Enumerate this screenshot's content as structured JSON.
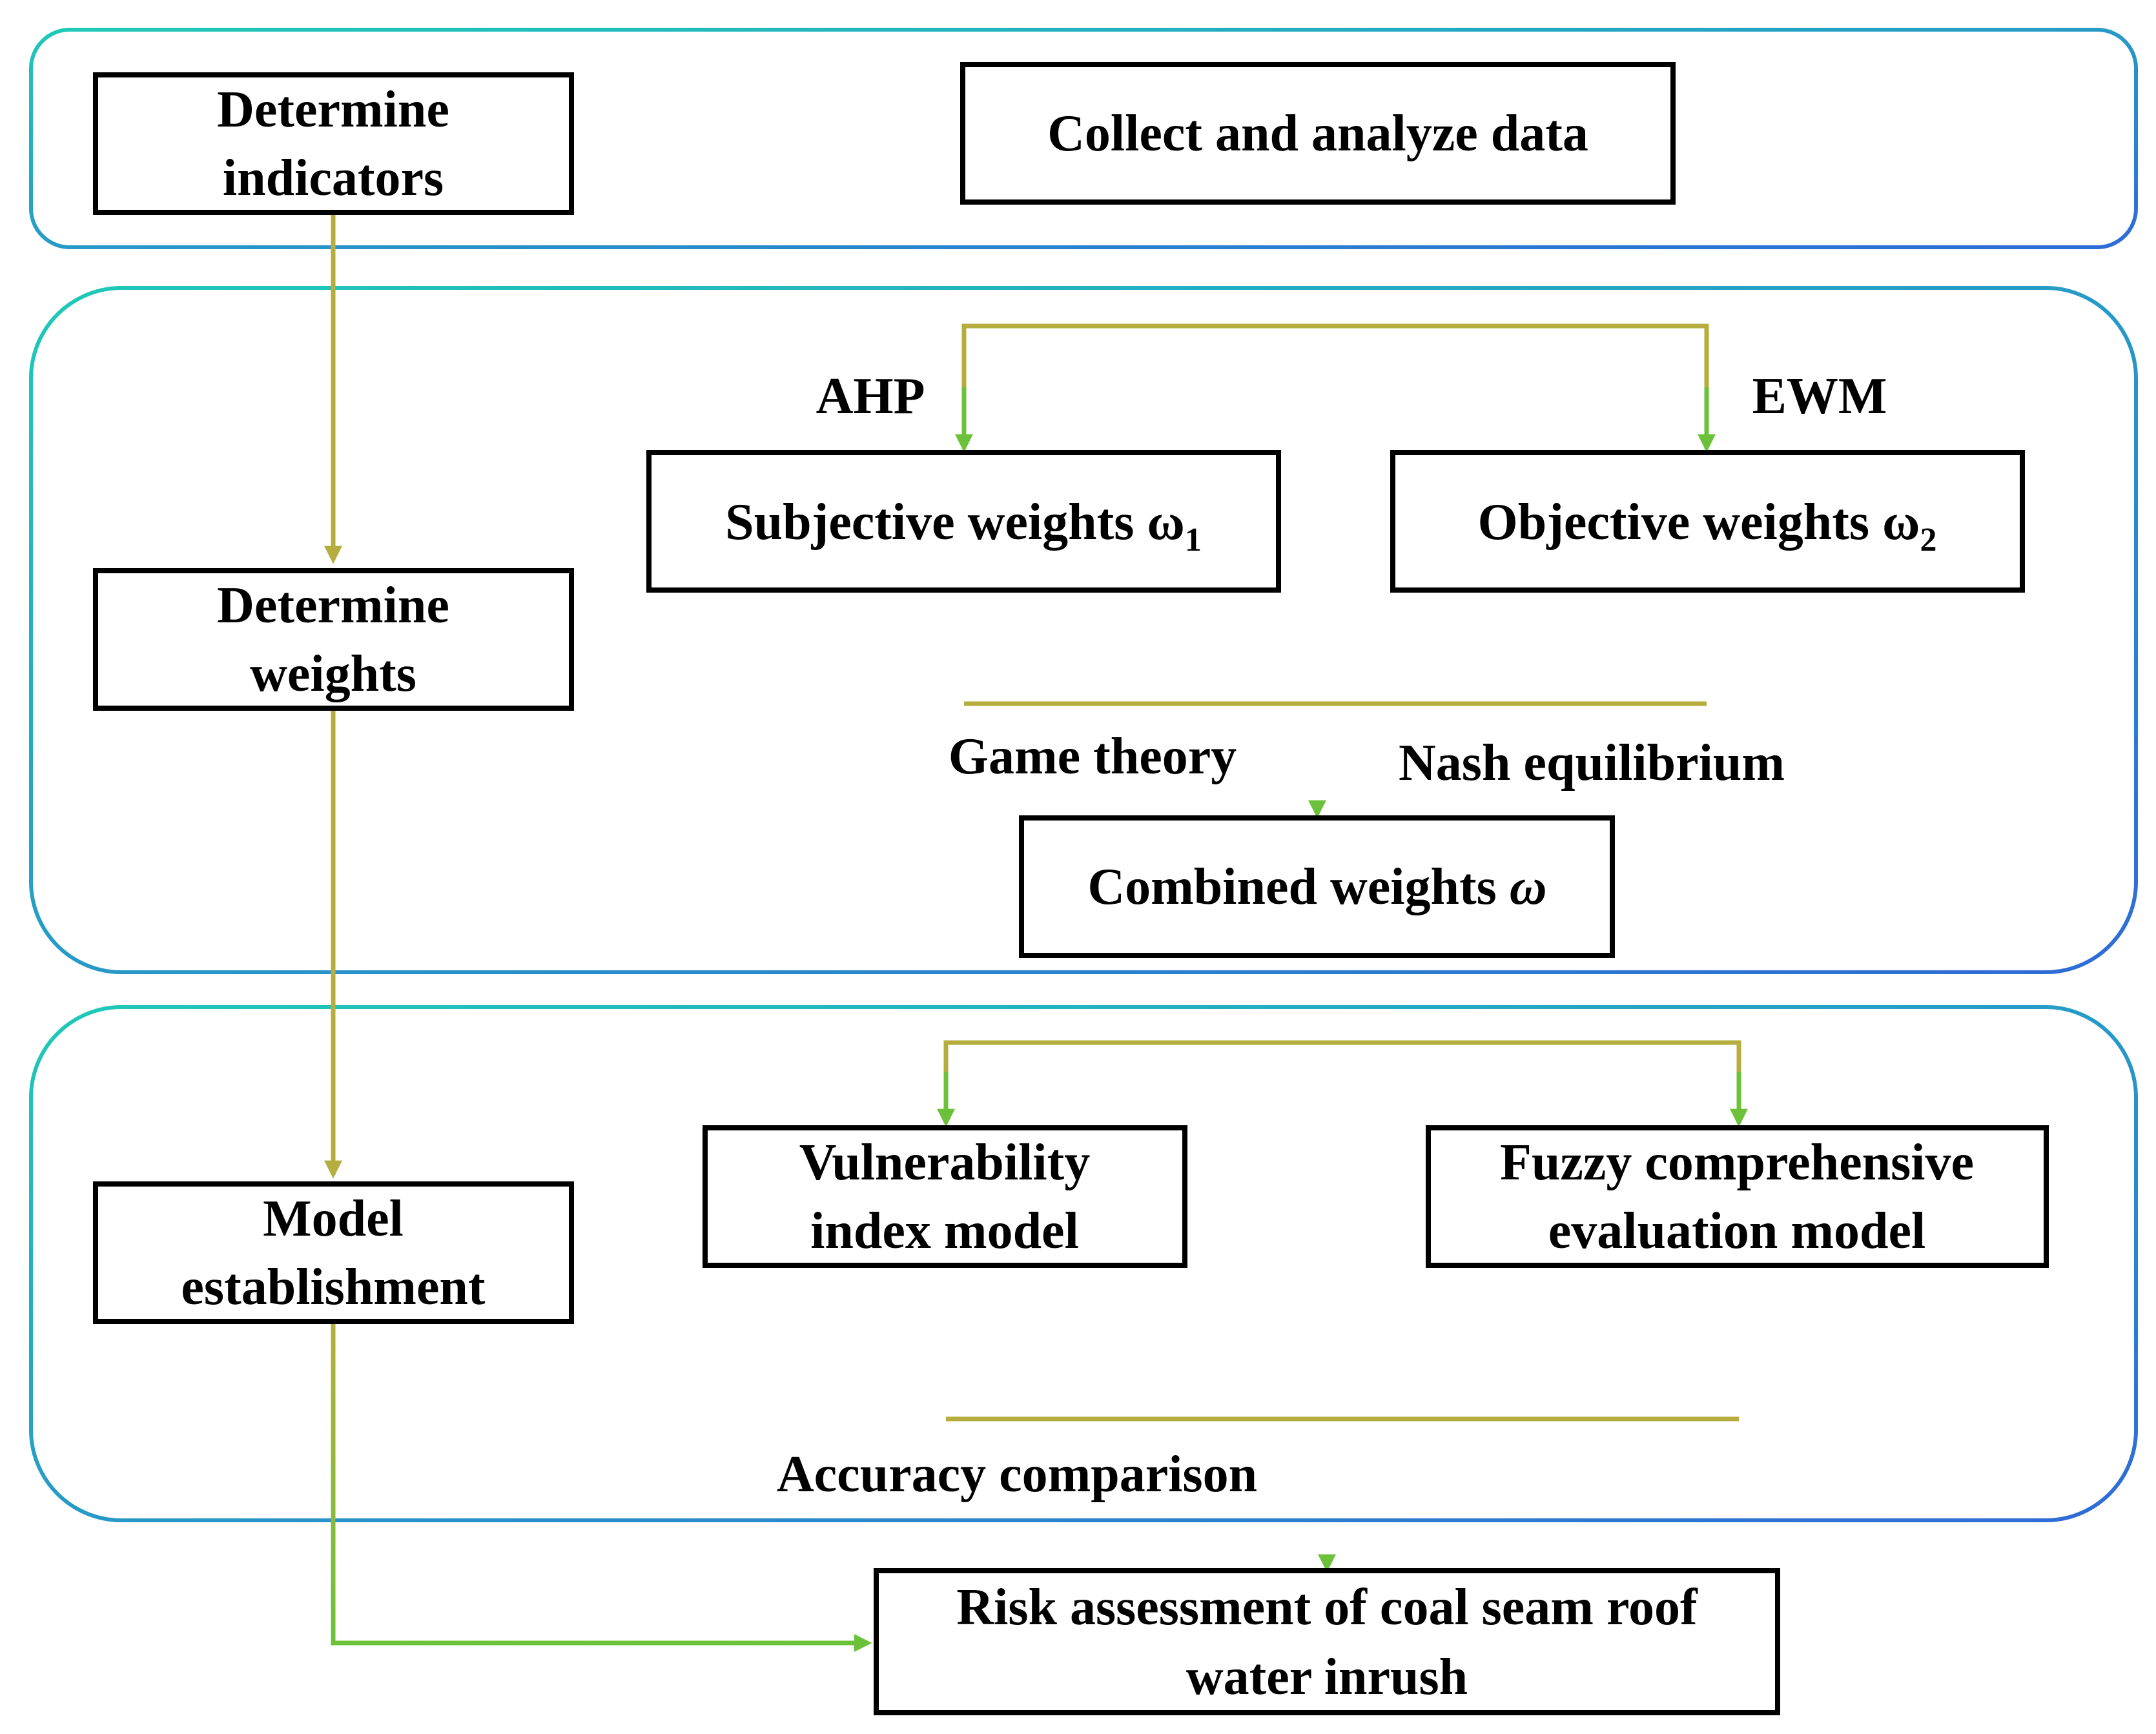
{
  "colors": {
    "panel_start": "#1FC9B8",
    "panel_end": "#2E6BD6",
    "arrow_olive": "#B5AE3E",
    "arrow_green": "#6BC23A",
    "connector_orange": "#D9833A"
  },
  "left_column": {
    "indicators": [
      "Determine",
      "indicators"
    ],
    "weights": [
      "Determine",
      "weights"
    ],
    "model": [
      "Model",
      "establishment"
    ]
  },
  "top": {
    "collect": "Collect and analyze data"
  },
  "weights_panel": {
    "ahp_label": "AHP",
    "ewm_label": "EWM",
    "subjective_text": "Subjective weights ω",
    "subjective_sub": "1",
    "objective_text": "Objective weights ω",
    "objective_sub": "2",
    "game_theory_label": "Game theory",
    "nash_label": "Nash equilibrium",
    "combined_text": "Combined weights",
    "combined_symbol": "ω"
  },
  "model_panel": {
    "vulnerability": [
      "Vulnerability",
      "index model"
    ],
    "fuzzy": [
      "Fuzzy comprehensive",
      "evaluation model"
    ],
    "accuracy_label": "Accuracy comparison"
  },
  "result": {
    "risk": [
      "Risk assessment of coal seam roof",
      "water inrush"
    ]
  }
}
